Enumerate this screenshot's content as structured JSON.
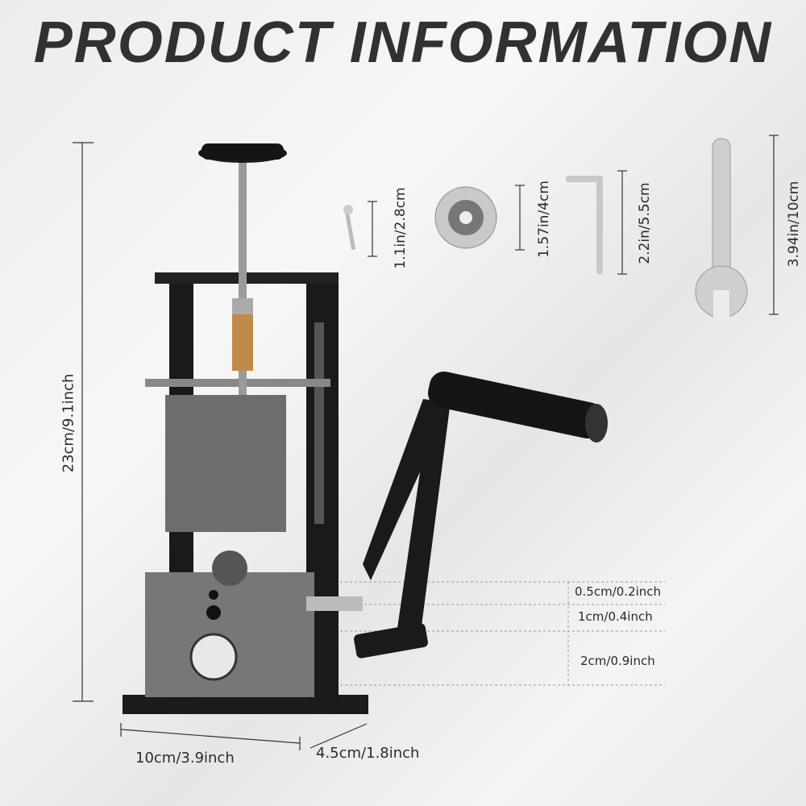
{
  "title": "PRODUCT INFORMATION",
  "dimensions": {
    "height": "23cm/9.1inch",
    "width": "10cm/3.9inch",
    "depth": "4.5cm/1.8inch",
    "hole_small": "0.5cm/0.2inch",
    "hole_medium": "1cm/0.4inch",
    "hole_large": "2cm/0.9inch"
  },
  "accessories": {
    "screw": "1.1in/2.8cm",
    "bearing": "1.57in/4cm",
    "allen_key": "2.2in/5.5cm",
    "wrench": "3.94in/10cm"
  }
}
